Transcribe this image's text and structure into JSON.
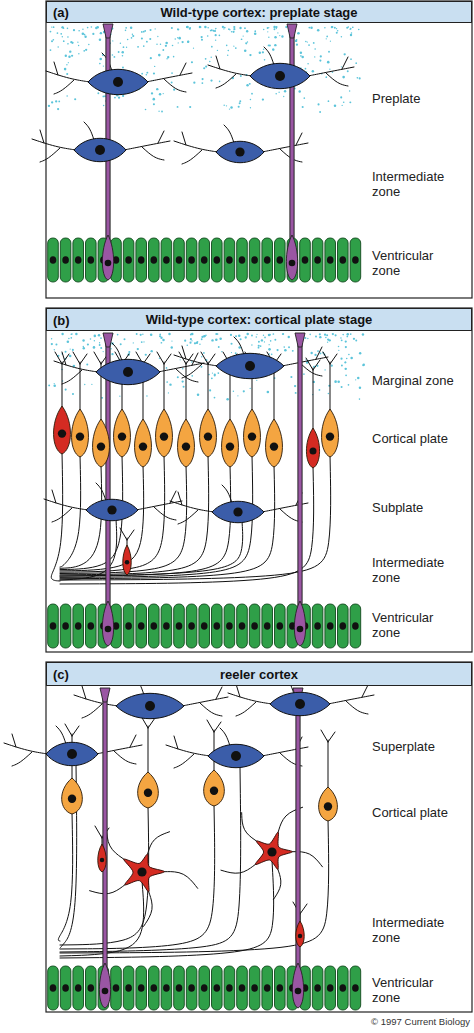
{
  "diagram": {
    "nodes": [
      {
        "text": [
          "(a)",
          "Wild-type cortex: preplate stage"
        ]
      },
      {
        "text": [
          "(b)",
          "Wild-type cortex: cortical plate stage"
        ]
      },
      {
        "text": [
          "(c)",
          "reeler cortex"
        ]
      }
    ],
    "labels": [
      "Preplate",
      "Intermediate zone",
      "Ventricular zone",
      "Marginal zone",
      "Cortical plate",
      "Subplate",
      "Intermediate zone",
      "Ventricular zone",
      "Superplate",
      "Cortical plate",
      "Intermediate zone",
      "Ventricular zone",
      "© 1997 Current Biology"
    ]
  }
}
